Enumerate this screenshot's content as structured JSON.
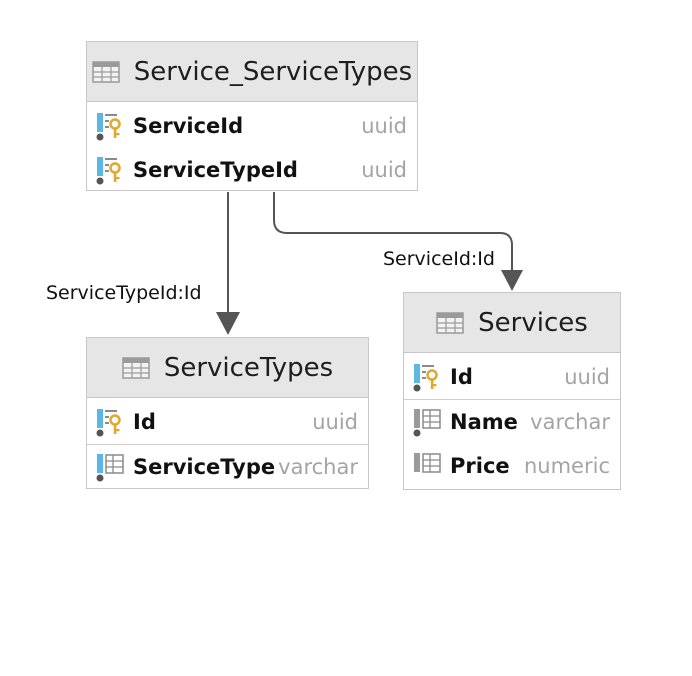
{
  "tables": {
    "service_servicetypes": {
      "name": "Service_ServiceTypes",
      "columns": [
        {
          "name": "ServiceId",
          "type": "uuid"
        },
        {
          "name": "ServiceTypeId",
          "type": "uuid"
        }
      ]
    },
    "servicetypes": {
      "name": "ServiceTypes",
      "columns": [
        {
          "name": "Id",
          "type": "uuid"
        },
        {
          "name": "ServiceType",
          "type": "varchar"
        }
      ]
    },
    "services": {
      "name": "Services",
      "columns": [
        {
          "name": "Id",
          "type": "uuid"
        },
        {
          "name": "Name",
          "type": "varchar"
        },
        {
          "name": "Price",
          "type": "numeric"
        }
      ]
    }
  },
  "relations": {
    "servicetype_link": "ServiceTypeId:Id",
    "service_link": "ServiceId:Id"
  },
  "colors": {
    "header_bg": "#e6e6e6",
    "border": "#c8c8c8",
    "key_gold": "#e0a82e",
    "column_blue": "#5bb8e6",
    "connector": "#555555",
    "type_text": "#a4a4a4"
  }
}
